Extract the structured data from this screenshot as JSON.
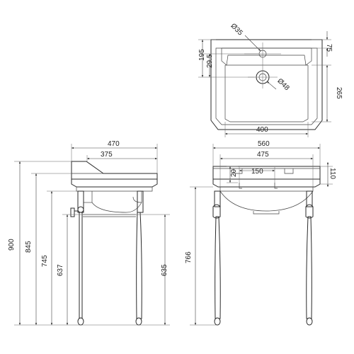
{
  "top_view": {
    "diameter_large": "Ø35",
    "diameter_small": "Ø48",
    "dim_top_right": "75",
    "dim_left_outer": "195",
    "dim_left_inner": "29.5",
    "dim_right_lower": "265",
    "dim_bottom": "400"
  },
  "side_view": {
    "dim_top_width": "470",
    "dim_inner_width": "375",
    "dim_900": "900",
    "dim_845": "845",
    "dim_745": "745",
    "dim_637": "637",
    "dim_635": "635"
  },
  "front_view": {
    "dim_top_width": "560",
    "dim_inner_width": "475",
    "dim_center_width": "150",
    "dim_small_height": "20",
    "dim_right_height": "110",
    "dim_766": "766"
  }
}
